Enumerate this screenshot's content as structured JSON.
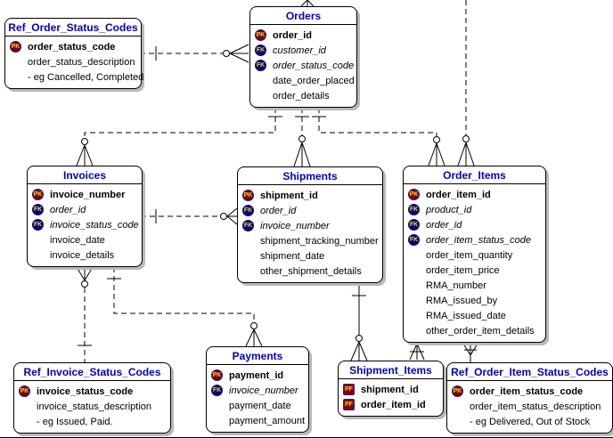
{
  "key_labels": {
    "pk": "PK",
    "fk": "FK",
    "pf": "PF"
  },
  "colors": {
    "table_title": "#0000cd",
    "pk_icon_bg": "#7d0000",
    "fk_icon_bg": "#00008b",
    "pf_icon_bg": "#8b0000",
    "key_icon_text": "#ffd700",
    "line": "#000000"
  },
  "tables": [
    {
      "title": "Ref_Order_Status_Codes",
      "fields": [
        {
          "key": "PK",
          "text": "order_status_code"
        },
        {
          "key": "",
          "text": "order_status_description"
        },
        {
          "key": "",
          "text": "- eg Cancelled, Completed"
        }
      ]
    },
    {
      "title": "Orders",
      "fields": [
        {
          "key": "PK",
          "text": "order_id"
        },
        {
          "key": "FK",
          "text": "customer_id"
        },
        {
          "key": "FK",
          "text": "order_status_code"
        },
        {
          "key": "",
          "text": "date_order_placed"
        },
        {
          "key": "",
          "text": "order_details"
        }
      ]
    },
    {
      "title": "Invoices",
      "fields": [
        {
          "key": "PK",
          "text": "invoice_number"
        },
        {
          "key": "FK",
          "text": "order_id"
        },
        {
          "key": "FK",
          "text": "invoice_status_code"
        },
        {
          "key": "",
          "text": "invoice_date"
        },
        {
          "key": "",
          "text": "invoice_details"
        }
      ]
    },
    {
      "title": "Shipments",
      "fields": [
        {
          "key": "PK",
          "text": "shipment_id"
        },
        {
          "key": "FK",
          "text": "order_id"
        },
        {
          "key": "FK",
          "text": "invoice_number"
        },
        {
          "key": "",
          "text": "shipment_tracking_number"
        },
        {
          "key": "",
          "text": "shipment_date"
        },
        {
          "key": "",
          "text": "other_shipment_details"
        }
      ]
    },
    {
      "title": "Order_Items",
      "fields": [
        {
          "key": "PK",
          "text": "order_item_id"
        },
        {
          "key": "FK",
          "text": "product_id"
        },
        {
          "key": "FK",
          "text": "order_id"
        },
        {
          "key": "FK",
          "text": "order_item_status_code"
        },
        {
          "key": "",
          "text": "order_item_quantity"
        },
        {
          "key": "",
          "text": "order_item_price"
        },
        {
          "key": "",
          "text": "RMA_number"
        },
        {
          "key": "",
          "text": "RMA_issued_by"
        },
        {
          "key": "",
          "text": "RMA_issued_date"
        },
        {
          "key": "",
          "text": "other_order_item_details"
        }
      ]
    },
    {
      "title": "Ref_Invoice_Status_Codes",
      "fields": [
        {
          "key": "PK",
          "text": "invoice_status_code"
        },
        {
          "key": "",
          "text": "invoice_status_description"
        },
        {
          "key": "",
          "text": "- eg Issued, Paid."
        }
      ]
    },
    {
      "title": "Payments",
      "fields": [
        {
          "key": "PK",
          "text": "payment_id"
        },
        {
          "key": "FK",
          "text": "invoice_number"
        },
        {
          "key": "",
          "text": "payment_date"
        },
        {
          "key": "",
          "text": "payment_amount"
        }
      ]
    },
    {
      "title": "Shipment_Items",
      "fields": [
        {
          "key": "PF",
          "text": "shipment_id"
        },
        {
          "key": "PF",
          "text": "order_item_id"
        }
      ]
    },
    {
      "title": "Ref_Order_Item_Status_Codes",
      "fields": [
        {
          "key": "PK",
          "text": "order_item_status_code"
        },
        {
          "key": "",
          "text": "order_item_status_description"
        },
        {
          "key": "",
          "text": "- eg Delivered, Out of Stock"
        }
      ]
    }
  ],
  "relationships": [
    {
      "from": "Ref_Order_Status_Codes",
      "to": "Orders",
      "cardinality": "one-to-many",
      "line": "dashed"
    },
    {
      "from": "(off-diagram, top)",
      "to": "Orders",
      "cardinality": "one-to-many",
      "line": "dashed"
    },
    {
      "from": "Orders",
      "to": "Invoices",
      "cardinality": "one-to-many",
      "line": "dashed"
    },
    {
      "from": "Orders",
      "to": "Shipments",
      "cardinality": "one-to-many",
      "line": "dashed"
    },
    {
      "from": "Orders",
      "to": "Order_Items",
      "cardinality": "one-to-many",
      "line": "dashed"
    },
    {
      "from": "(off-diagram, top)",
      "to": "Order_Items",
      "cardinality": "one-to-many",
      "line": "dashed"
    },
    {
      "from": "Invoices",
      "to": "Shipments",
      "cardinality": "one-to-many",
      "line": "dashed"
    },
    {
      "from": "Ref_Invoice_Status_Codes",
      "to": "Invoices",
      "cardinality": "one-to-many",
      "line": "dashed"
    },
    {
      "from": "Invoices",
      "to": "Payments",
      "cardinality": "one-to-many",
      "line": "dashed"
    },
    {
      "from": "Shipments",
      "to": "Shipment_Items",
      "cardinality": "one-to-many",
      "line": "solid"
    },
    {
      "from": "Order_Items",
      "to": "Shipment_Items",
      "cardinality": "one-to-many",
      "line": "solid"
    },
    {
      "from": "Ref_Order_Item_Status_Codes",
      "to": "Order_Items",
      "cardinality": "one-to-many",
      "line": "solid"
    }
  ]
}
